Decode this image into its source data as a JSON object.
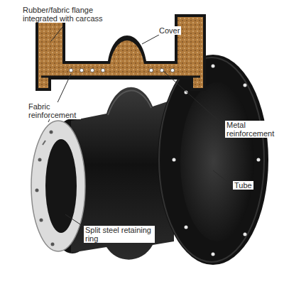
{
  "diagram": {
    "labels": [
      "Rubber/fabric flange integrated with carcass",
      "Cover",
      "Fabric reinforcement",
      "Metal reinforcement",
      "Tube",
      "Split steel retaining ring"
    ]
  }
}
